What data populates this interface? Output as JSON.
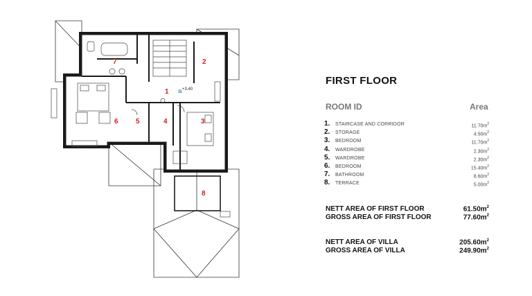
{
  "floor_title": "FIRST FLOOR",
  "headers": {
    "room_id": "ROOM ID",
    "area": "Area"
  },
  "rooms": [
    {
      "num": "1.",
      "name": "STAIRCASE AND CORRIDOR",
      "area": "11.70m",
      "unit": "2"
    },
    {
      "num": "2.",
      "name": "STORAGE",
      "area": "4.50m",
      "unit": "2"
    },
    {
      "num": "3.",
      "name": "BEDROOM",
      "area": "11.70m",
      "unit": "2"
    },
    {
      "num": "4.",
      "name": "WARDROBE",
      "area": "2.30m",
      "unit": "2"
    },
    {
      "num": "5.",
      "name": "WARDROBE",
      "area": "2.30m",
      "unit": "2"
    },
    {
      "num": "6.",
      "name": "BEDROOM",
      "area": "15.40m",
      "unit": "2"
    },
    {
      "num": "7.",
      "name": "BATHROOM",
      "area": "8.60m",
      "unit": "2"
    },
    {
      "num": "8.",
      "name": "TERRACE",
      "area": "5.00m",
      "unit": "2"
    }
  ],
  "totals": [
    {
      "label": "NETT AREA OF FIRST FLOOR",
      "value": "61.50m",
      "unit": "2"
    },
    {
      "label": "GROSS AREA OF FIRST FLOOR",
      "value": "77.60m",
      "unit": "2"
    },
    {
      "label": "NETT AREA OF VILLA",
      "value": "205.60m",
      "unit": "2"
    },
    {
      "label": "GROSS AREA OF VILLA",
      "value": "249.90m",
      "unit": "2"
    }
  ],
  "plan": {
    "room_labels": [
      "1",
      "2",
      "3",
      "4",
      "5",
      "6",
      "7",
      "8"
    ],
    "level_mark": "+3.40"
  },
  "colors": {
    "label_red": "#d31f1f",
    "wall": "#1a1a1a"
  }
}
